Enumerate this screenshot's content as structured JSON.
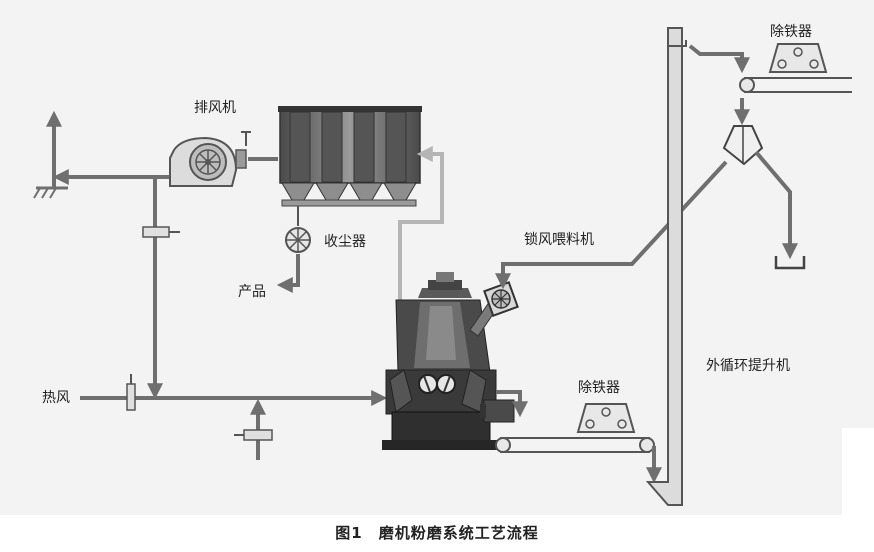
{
  "labels": {
    "exhaust_fan": "排风机",
    "dust_collector": "收尘器",
    "product": "产品",
    "airlock_feeder": "锁风喂料机",
    "hot_air": "热风",
    "iron_remover_top": "除铁器",
    "iron_remover_bottom": "除铁器",
    "external_elevator": "外循环提升机"
  },
  "caption": "图1　磨机粉磨系统工艺流程",
  "colors": {
    "background": "#f3f3f3",
    "pipe": "#6f6f6f",
    "pipe_light": "#b5b5b5",
    "equipment_dark": "#3a3a3a",
    "equipment_mid": "#8c8c8c"
  }
}
